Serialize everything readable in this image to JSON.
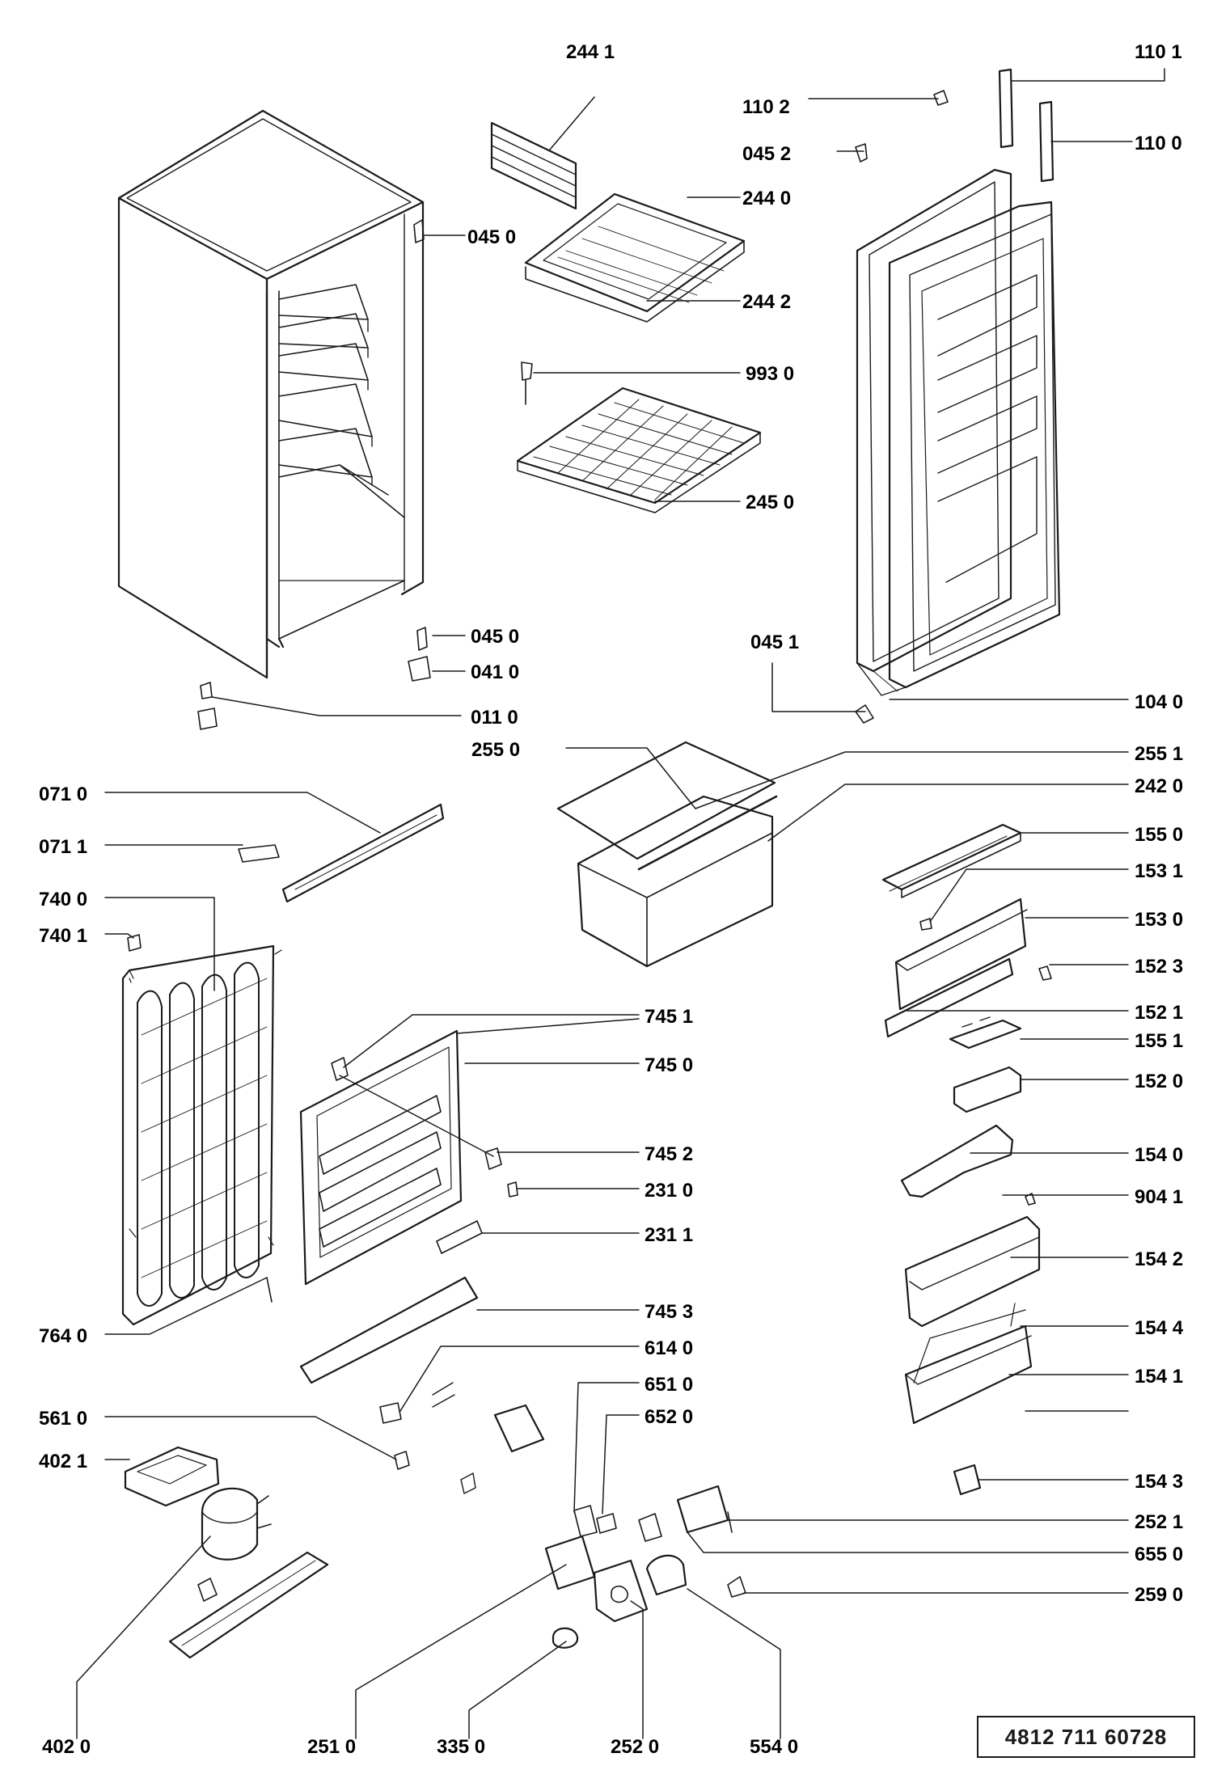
{
  "diagram": {
    "labels": {
      "l2441": "244 1",
      "l1101": "110 1",
      "l1102": "110 2",
      "l0452": "045 2",
      "l1100": "110 0",
      "l2440": "244 0",
      "l0450a": "045 0",
      "l2442": "244 2",
      "l9930": "993 0",
      "l2450": "245 0",
      "l0450b": "045 0",
      "l0410": "041 0",
      "l0451": "045 1",
      "l0110": "011 0",
      "l1040": "104 0",
      "l2550": "255 0",
      "l2551": "255 1",
      "l0710": "071 0",
      "l2420": "242 0",
      "l1550": "155 0",
      "l0711": "071 1",
      "l1531": "153 1",
      "l7400": "740 0",
      "l1530": "153 0",
      "l7401": "740 1",
      "l1523": "152 3",
      "l1521": "152 1",
      "l7451": "745 1",
      "l1551": "155 1",
      "l7450": "745 0",
      "l1520": "152 0",
      "l7452": "745 2",
      "l1540": "154 0",
      "l2310": "231 0",
      "l9041": "904 1",
      "l2311": "231 1",
      "l1542": "154 2",
      "l7453": "745 3",
      "l7640": "764 0",
      "l1544": "154 4",
      "l6140": "614 0",
      "l6510": "651 0",
      "l1541": "154 1",
      "l5610": "561 0",
      "l6520": "652 0",
      "l4021": "402 1",
      "l1543": "154 3",
      "l2521": "252 1",
      "l6550": "655 0",
      "l2590": "259 0",
      "l4020": "402 0",
      "l2510": "251 0",
      "l3350": "335 0",
      "l2520": "252 0",
      "l5540": "554 0"
    },
    "document_code": "4812  711  60728"
  },
  "colors": {
    "ink": "#1a1a1a",
    "paper": "#ffffff"
  }
}
